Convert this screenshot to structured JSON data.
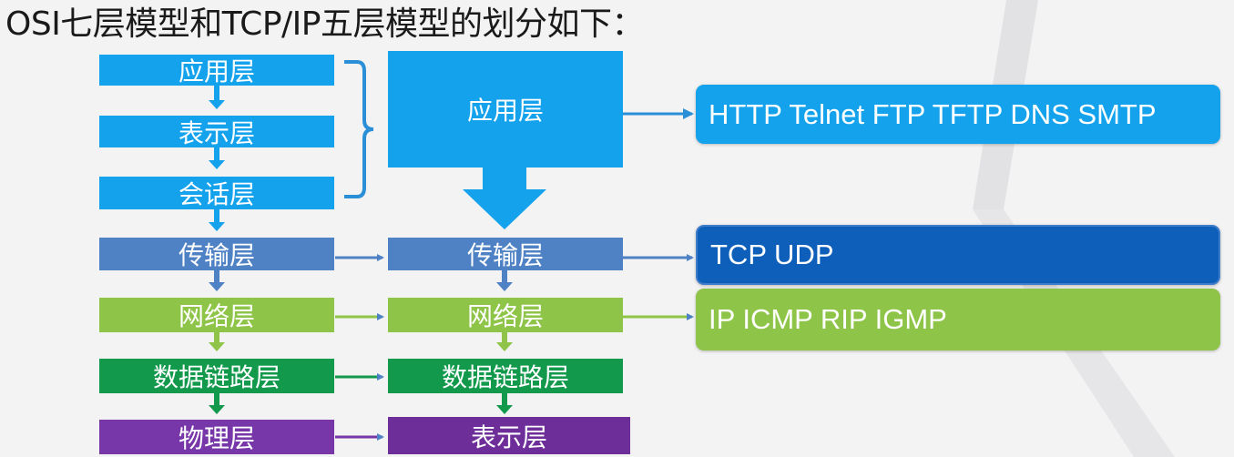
{
  "title": "OSI七层模型和TCP/IP五层模型的划分如下：",
  "osi_model": {
    "layers": [
      "应用层",
      "表示层",
      "会话层",
      "传输层",
      "网络层",
      "数据链路层",
      "物理层"
    ]
  },
  "tcpip_model": {
    "layers": [
      "应用层",
      "传输层",
      "网络层",
      "数据链路层",
      "表示层"
    ]
  },
  "protocols": {
    "application": "HTTP Telnet FTP TFTP DNS SMTP",
    "transport": "TCP UDP",
    "network": "IP ICMP RIP  IGMP"
  },
  "colors": {
    "application": "#14a2ec",
    "transport": "#4f82c4",
    "transport_protocols": "#0e5fba",
    "network": "#8ec447",
    "data_link": "#12994c",
    "physical": "#7737a8",
    "arrow": "#4f82c4"
  }
}
